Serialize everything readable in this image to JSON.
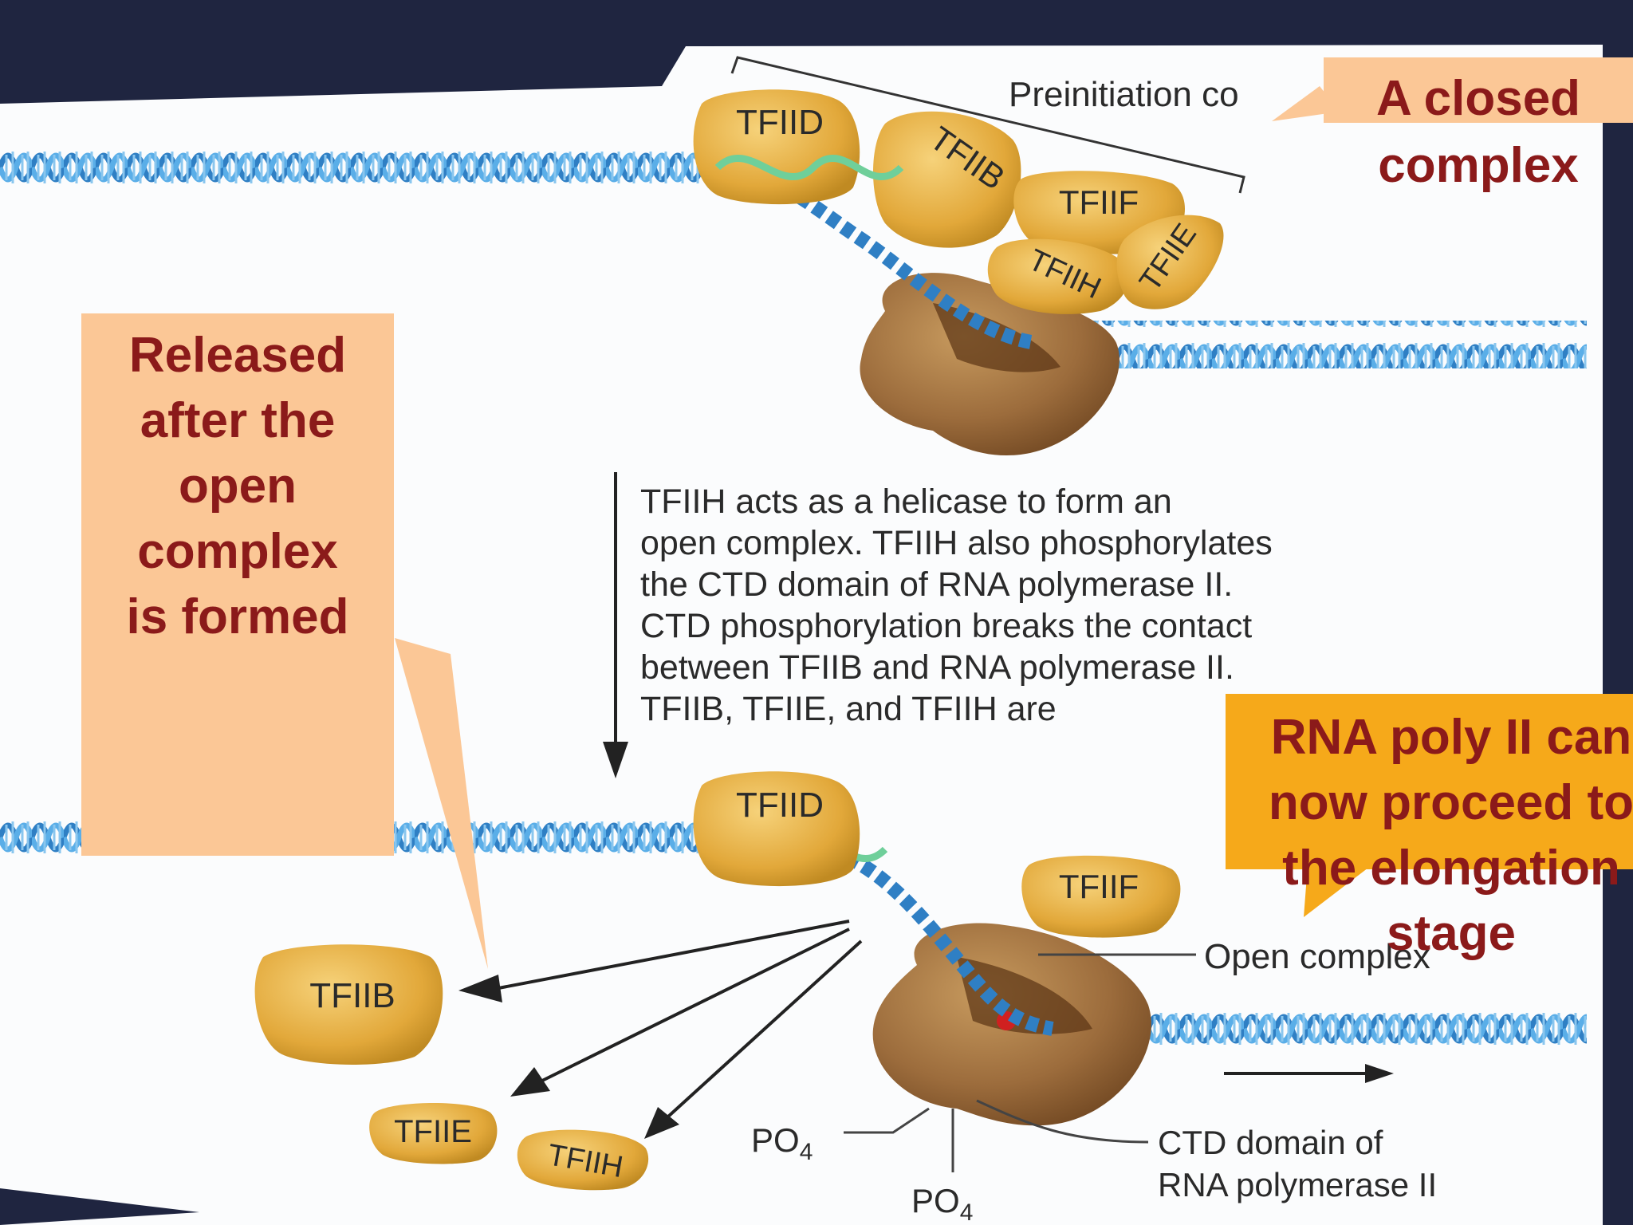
{
  "diagram": {
    "top_labels": {
      "tfiid": "TFIID",
      "tfiib": "TFIIB",
      "tfiif": "TFIIF",
      "tfiih": "TFIIH",
      "tfiie": "TFIIE",
      "preinitiation": "Preinitiation co"
    },
    "bottom_labels": {
      "tfiid": "TFIID",
      "tfiif": "TFIIF",
      "tfiib": "TFIIB",
      "tfiie": "TFIIE",
      "tfiih": "TFIIH",
      "open_complex": "Open complex",
      "po4_left": "PO4",
      "po4_bottom": "PO4",
      "ctd_line1": "CTD domain of",
      "ctd_line2": "RNA polymerase II"
    },
    "step_text": [
      "TFIIH acts as a helicase to form an",
      "open complex. TFIIH also phosphorylates",
      "the CTD domain of RNA polymerase II.",
      "CTD phosphorylation breaks the contact",
      "between TFIIB and RNA polymerase II.",
      "TFIIB, TFIIE, and TFIIH are"
    ]
  },
  "callouts": {
    "closed": {
      "line1": "A closed",
      "line2": "complex"
    },
    "released": [
      "Released",
      "after the",
      "open",
      "complex",
      "is formed"
    ],
    "rna_poly": [
      "RNA poly II can",
      "now proceed to",
      "the elongation",
      "stage"
    ]
  },
  "colors": {
    "background": "#1f2540",
    "panel": "#fbfcfd",
    "protein": "#e8b23c",
    "polymerase": "#9a6a3a",
    "dna": "#3a8fd0",
    "callout_light": "#fbc796",
    "callout_orange": "#f6a91a",
    "callout_text": "#8b1a1a"
  }
}
